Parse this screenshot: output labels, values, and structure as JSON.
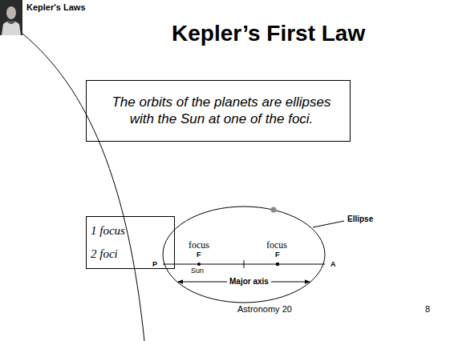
{
  "diagram": {
    "title": "Kepler’s First Law",
    "nodes": [
      {
        "text": [
          "The orbits of the planets are ellipses with the Sun at one of the foci."
        ]
      },
      {
        "text": [
          "1 focus",
          "2 foci"
        ]
      }
    ],
    "labels": [
      "Kepler's Laws",
      "Ellipse",
      "focus",
      "F",
      "Sun",
      "focus",
      "F",
      "P",
      "A",
      "Major axis",
      "Astronomy 20",
      "8"
    ]
  }
}
